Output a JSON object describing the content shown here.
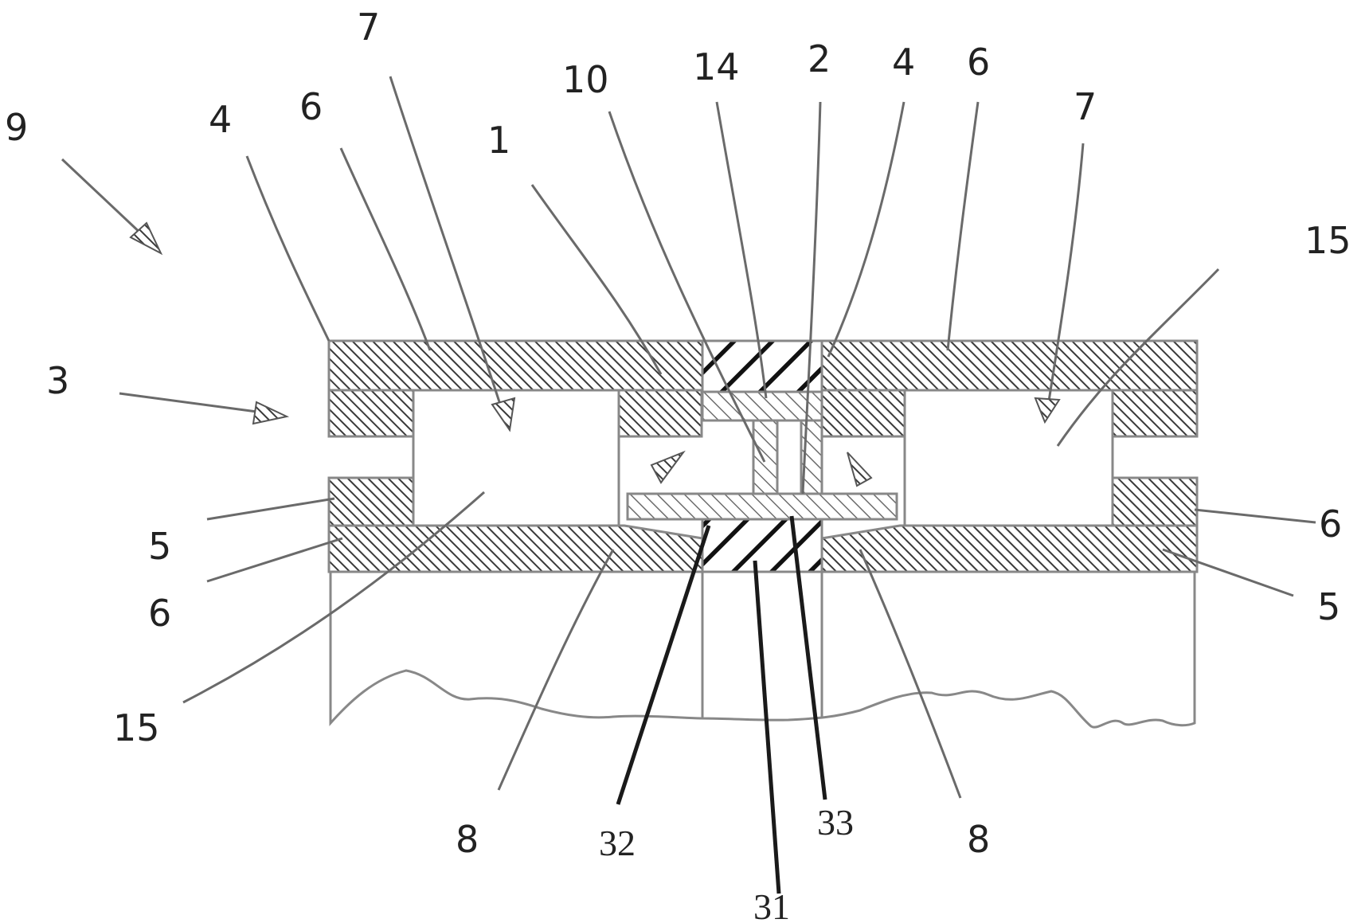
{
  "figure": {
    "labels": {
      "assembly": "9",
      "ref3": "3",
      "upper_4_left": "4",
      "upper_6_left": "6",
      "upper_7_left": "7",
      "ref1": "1",
      "ref10": "10",
      "ref14": "14",
      "ref2": "2",
      "upper_4_right": "4",
      "upper_6_right": "6",
      "upper_7_right": "7",
      "ref15_right": "15",
      "ref5_left": "5",
      "ref6_left": "6",
      "ref15_left": "15",
      "ref6_right": "6",
      "ref5_right": "5",
      "ref8_left": "8",
      "ref32": "32",
      "ref31": "31",
      "ref33": "33",
      "ref8_right": "8"
    },
    "colors": {
      "hatch_dense": "#3a3a3a",
      "hatch_light": "#6e6e6e",
      "outline": "#888888",
      "background": "#ffffff"
    }
  }
}
